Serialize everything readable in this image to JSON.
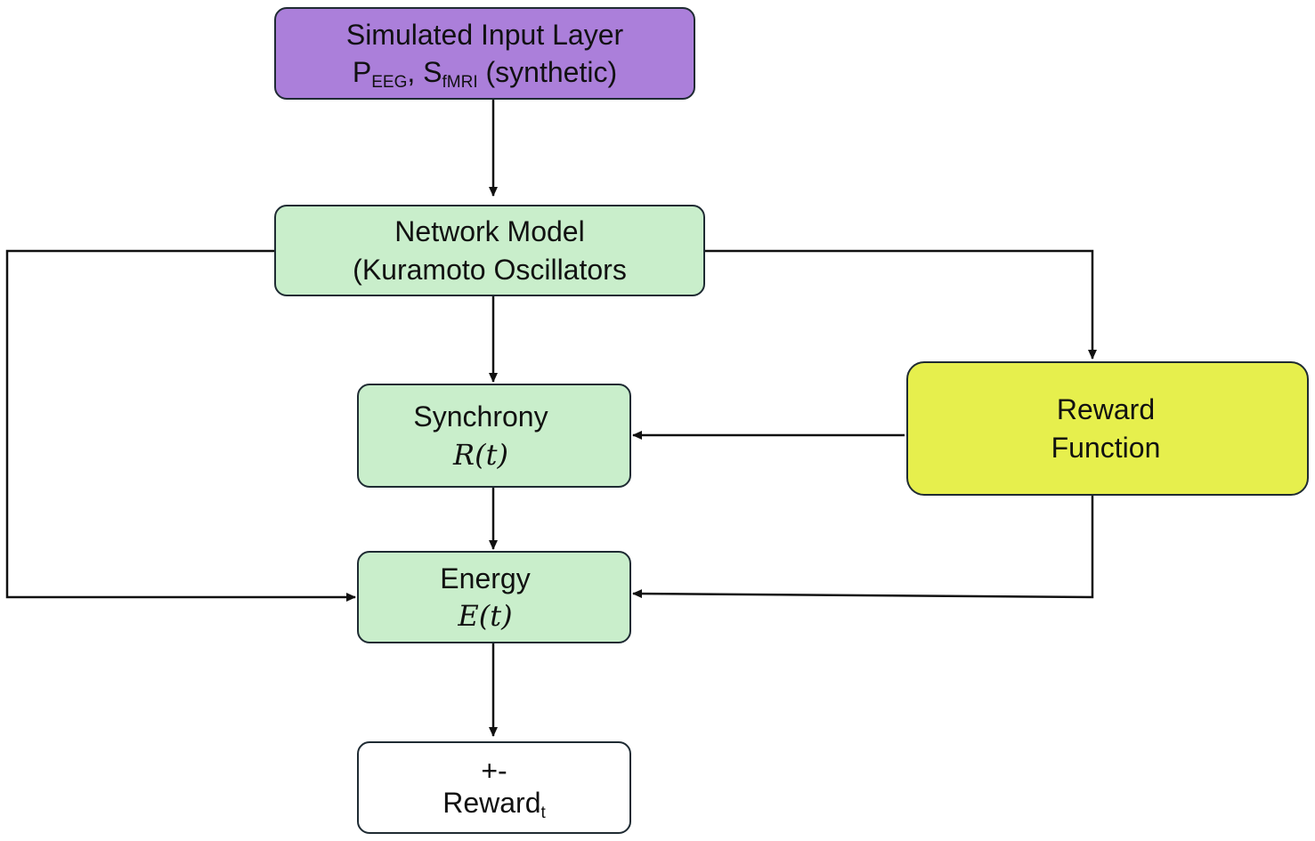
{
  "nodes": {
    "input": {
      "title": "Simulated Input Layer",
      "p_symbol": "P",
      "p_subscript": "EEG",
      "separator": ", ",
      "s_symbol": "S",
      "s_subscript": "fMRI",
      "suffix": " (synthetic)"
    },
    "network": {
      "line1": "Network Model",
      "line2": "(Kuramoto Oscillators"
    },
    "synchrony": {
      "label": "Synchrony",
      "formula": "R(t)"
    },
    "energy": {
      "label": "Energy",
      "formula": "E(t)"
    },
    "reward_function": {
      "line1": "Reward",
      "line2": "Function"
    },
    "output": {
      "sign": "+-",
      "label": "Reward",
      "subscript": "t"
    }
  },
  "colors": {
    "input": "#ab7fda",
    "model": "#c9eecb",
    "reward_function": "#e6ef4d",
    "output": "#ffffff",
    "stroke": "#1f2b33",
    "arrow": "#111111"
  },
  "edges": [
    {
      "from": "input",
      "to": "network"
    },
    {
      "from": "network",
      "to": "synchrony"
    },
    {
      "from": "network",
      "to": "reward_function"
    },
    {
      "from": "network",
      "to": "energy"
    },
    {
      "from": "reward_function",
      "to": "synchrony"
    },
    {
      "from": "reward_function",
      "to": "energy"
    },
    {
      "from": "synchrony",
      "to": "energy"
    },
    {
      "from": "energy",
      "to": "output"
    }
  ]
}
